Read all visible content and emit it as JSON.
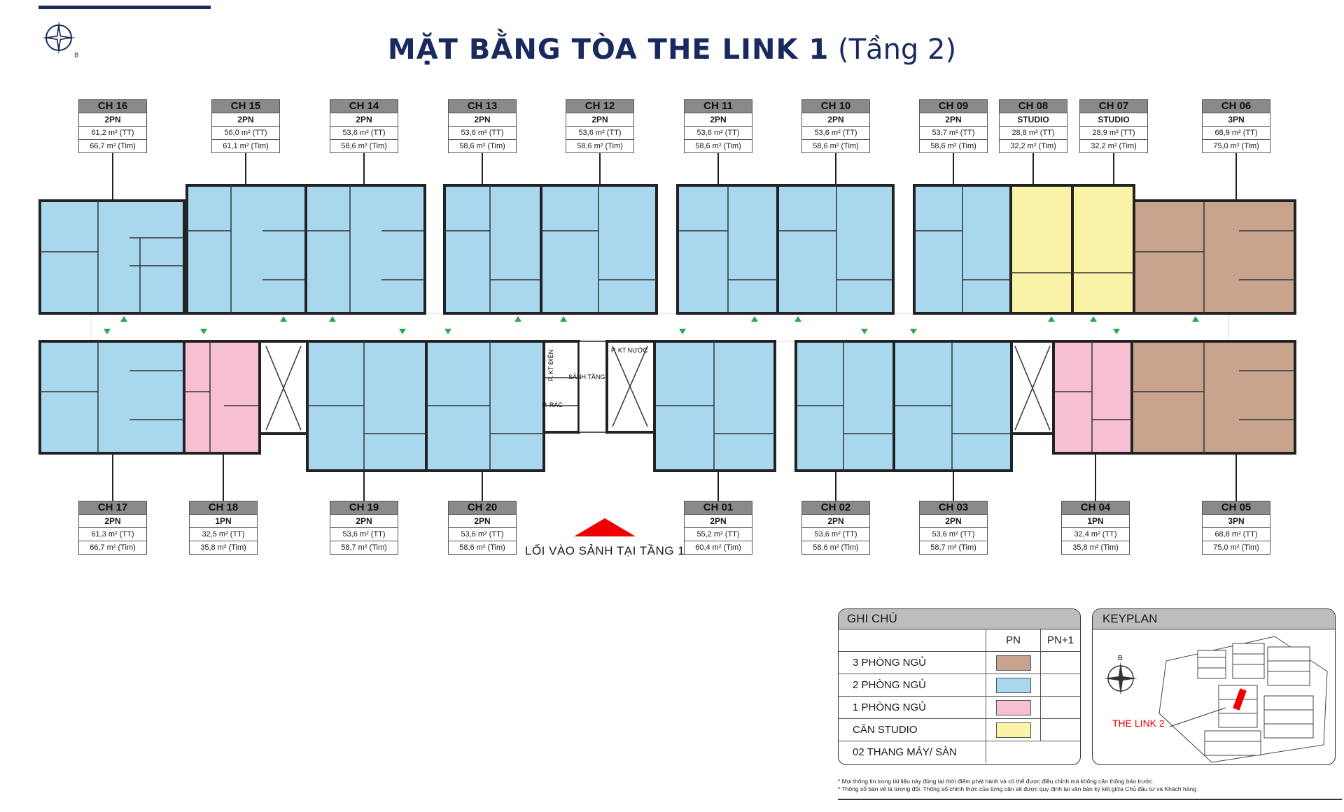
{
  "title": {
    "main": "MẶT BẰNG TÒA THE LINK 1",
    "floor": "(Tầng 2)"
  },
  "top_units": [
    {
      "code": "CH 16",
      "type": "2PN",
      "tt": "61,2 m² (TT)",
      "tim": "66,7 m² (Tim)"
    },
    {
      "code": "CH 15",
      "type": "2PN",
      "tt": "56,0 m² (TT)",
      "tim": "61,1 m² (Tim)"
    },
    {
      "code": "CH 14",
      "type": "2PN",
      "tt": "53,6 m² (TT)",
      "tim": "58,6 m² (Tim)"
    },
    {
      "code": "CH 13",
      "type": "2PN",
      "tt": "53,6 m² (TT)",
      "tim": "58,6 m² (Tim)"
    },
    {
      "code": "CH 12",
      "type": "2PN",
      "tt": "53,6 m² (TT)",
      "tim": "58,6 m² (Tim)"
    },
    {
      "code": "CH 11",
      "type": "2PN",
      "tt": "53,6 m² (TT)",
      "tim": "58,6 m² (Tim)"
    },
    {
      "code": "CH 10",
      "type": "2PN",
      "tt": "53,6 m² (TT)",
      "tim": "58,6 m² (Tim)"
    },
    {
      "code": "CH 09",
      "type": "2PN",
      "tt": "53,7 m² (TT)",
      "tim": "58,6 m² (Tim)"
    },
    {
      "code": "CH 08",
      "type": "STUDIO",
      "tt": "28,8 m² (TT)",
      "tim": "32,2 m² (Tim)"
    },
    {
      "code": "CH 07",
      "type": "STUDIO",
      "tt": "28,9 m² (TT)",
      "tim": "32,2 m² (Tim)"
    },
    {
      "code": "CH 06",
      "type": "3PN",
      "tt": "68,9 m² (TT)",
      "tim": "75,0 m² (Tim)"
    }
  ],
  "bottom_units": [
    {
      "code": "CH 17",
      "type": "2PN",
      "tt": "61,3 m² (TT)",
      "tim": "66,7 m² (Tim)"
    },
    {
      "code": "CH 18",
      "type": "1PN",
      "tt": "32,5 m² (TT)",
      "tim": "35,8 m² (Tim)"
    },
    {
      "code": "CH 19",
      "type": "2PN",
      "tt": "53,6 m² (TT)",
      "tim": "58,7 m² (Tim)"
    },
    {
      "code": "CH 20",
      "type": "2PN",
      "tt": "53,6 m² (TT)",
      "tim": "58,6 m² (Tim)"
    },
    {
      "code": "CH 01",
      "type": "2PN",
      "tt": "55,2 m² (TT)",
      "tim": "60,4 m² (Tim)"
    },
    {
      "code": "CH 02",
      "type": "2PN",
      "tt": "53,6 m² (TT)",
      "tim": "58,6 m² (Tim)"
    },
    {
      "code": "CH 03",
      "type": "2PN",
      "tt": "53,6 m² (TT)",
      "tim": "58,7 m² (Tim)"
    },
    {
      "code": "CH 04",
      "type": "1PN",
      "tt": "32,4 m² (TT)",
      "tim": "35,8 m² (Tim)"
    },
    {
      "code": "CH 05",
      "type": "3PN",
      "tt": "68,8 m² (TT)",
      "tim": "75,0 m² (Tim)"
    }
  ],
  "core_labels": {
    "kt_dien": "P. KT ĐIỆN",
    "rac": "P. RÁC",
    "sanh_tang": "SẢNH TẦNG",
    "kt_nuoc": "P. KT NƯỚC"
  },
  "entrance_label": "LỐI VÀO SẢNH TẠI TẦNG 1",
  "legend": {
    "title": "GHI CHÚ",
    "col_pn": "PN",
    "col_pn1": "PN+1",
    "rows": [
      {
        "label": "3 PHÒNG NGỦ",
        "color": "#c8a48e"
      },
      {
        "label": "2 PHÒNG NGỦ",
        "color": "#a9d8ee"
      },
      {
        "label": "1 PHÒNG NGỦ",
        "color": "#f6bfd2"
      },
      {
        "label": "CĂN STUDIO",
        "color": "#fbf3a8"
      },
      {
        "label": "02 THANG MÁY/ SÀN",
        "color": ""
      }
    ]
  },
  "keyplan": {
    "title": "KEYPLAN",
    "marker": "THE LINK 2",
    "north": "B"
  },
  "notes": [
    "* Mọi thông tin trong tài liệu này đúng tại thời điểm phát hành và có thể được điều chỉnh mà không cần thông báo trước.",
    "* Thông số bản vẽ là tương đối. Thông số chính thức của từng căn sẽ được quy định tại văn bản ký kết giữa Chủ đầu tư và Khách hàng."
  ],
  "colors": {
    "three_br": "#c8a48e",
    "two_br": "#a9d8ee",
    "one_br": "#f6bfd2",
    "studio": "#fbf3a8",
    "navy": "#1a2a5e",
    "entrance": "#e00000"
  }
}
